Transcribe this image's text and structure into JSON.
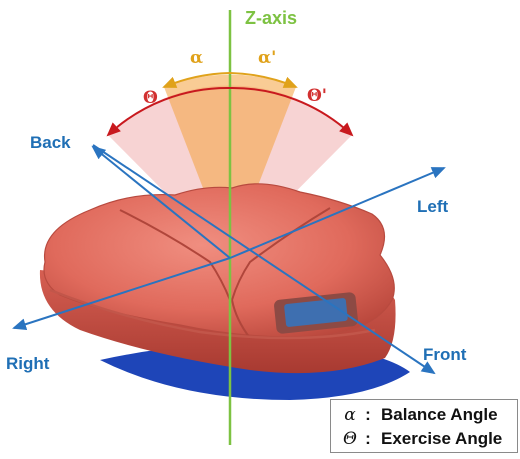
{
  "axes": {
    "z": "Z-axis",
    "back": "Back",
    "left": "Left",
    "right": "Right",
    "front": "Front"
  },
  "angles": {
    "alpha": "α",
    "alpha_prime": "α'",
    "theta": "Θ",
    "theta_prime": "Θ'"
  },
  "legend": {
    "items": [
      {
        "symbol": "α",
        "separator": ":",
        "text": "Balance Angle"
      },
      {
        "symbol": "Θ",
        "separator": ":",
        "text": "Exercise Angle"
      }
    ]
  },
  "colors": {
    "z_axis": "#7dc242",
    "axes": "#2a74c0",
    "alpha_arc": "#f0b82c",
    "theta_arc": "#c8191e",
    "cushion": "#e06a5c",
    "base": "#1e45b8"
  }
}
